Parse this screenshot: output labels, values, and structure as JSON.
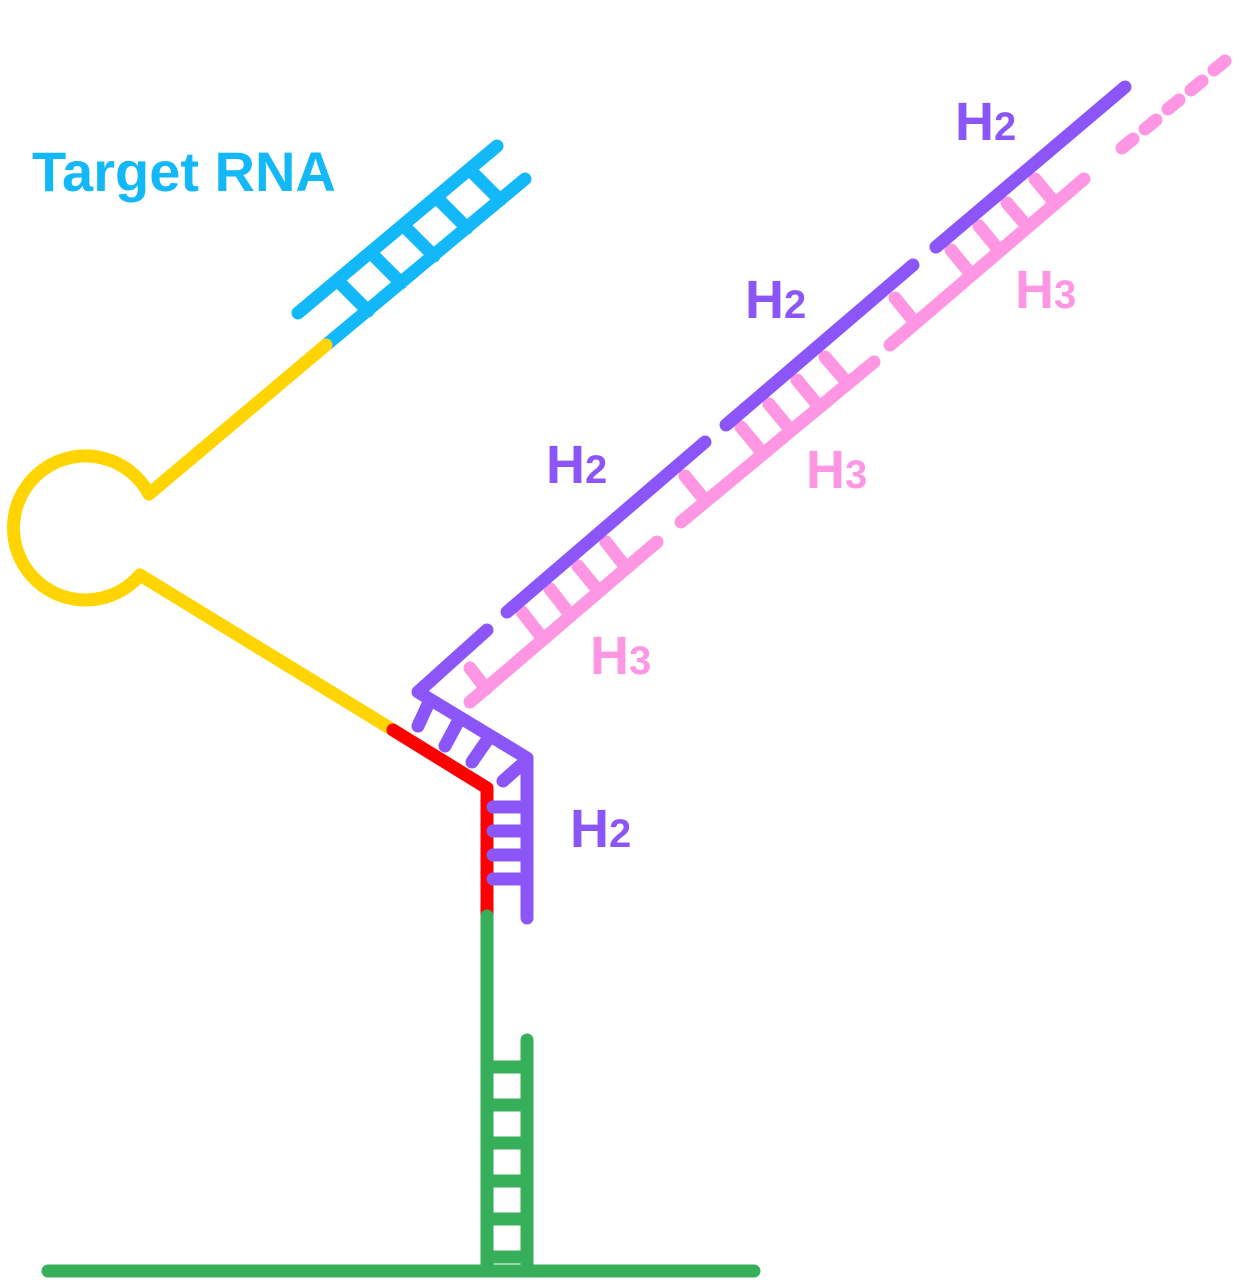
{
  "colors": {
    "target": "#12B8F8",
    "loop": "#FFD400",
    "red": "#FF0000",
    "green": "#36AE5A",
    "h2": "#8C55F7",
    "h3": "#FF96E3"
  },
  "labels": {
    "target_rna": "Target RNA",
    "h2": {
      "letter": "H",
      "sub": "2"
    },
    "h3": {
      "letter": "H",
      "sub": "3"
    }
  }
}
